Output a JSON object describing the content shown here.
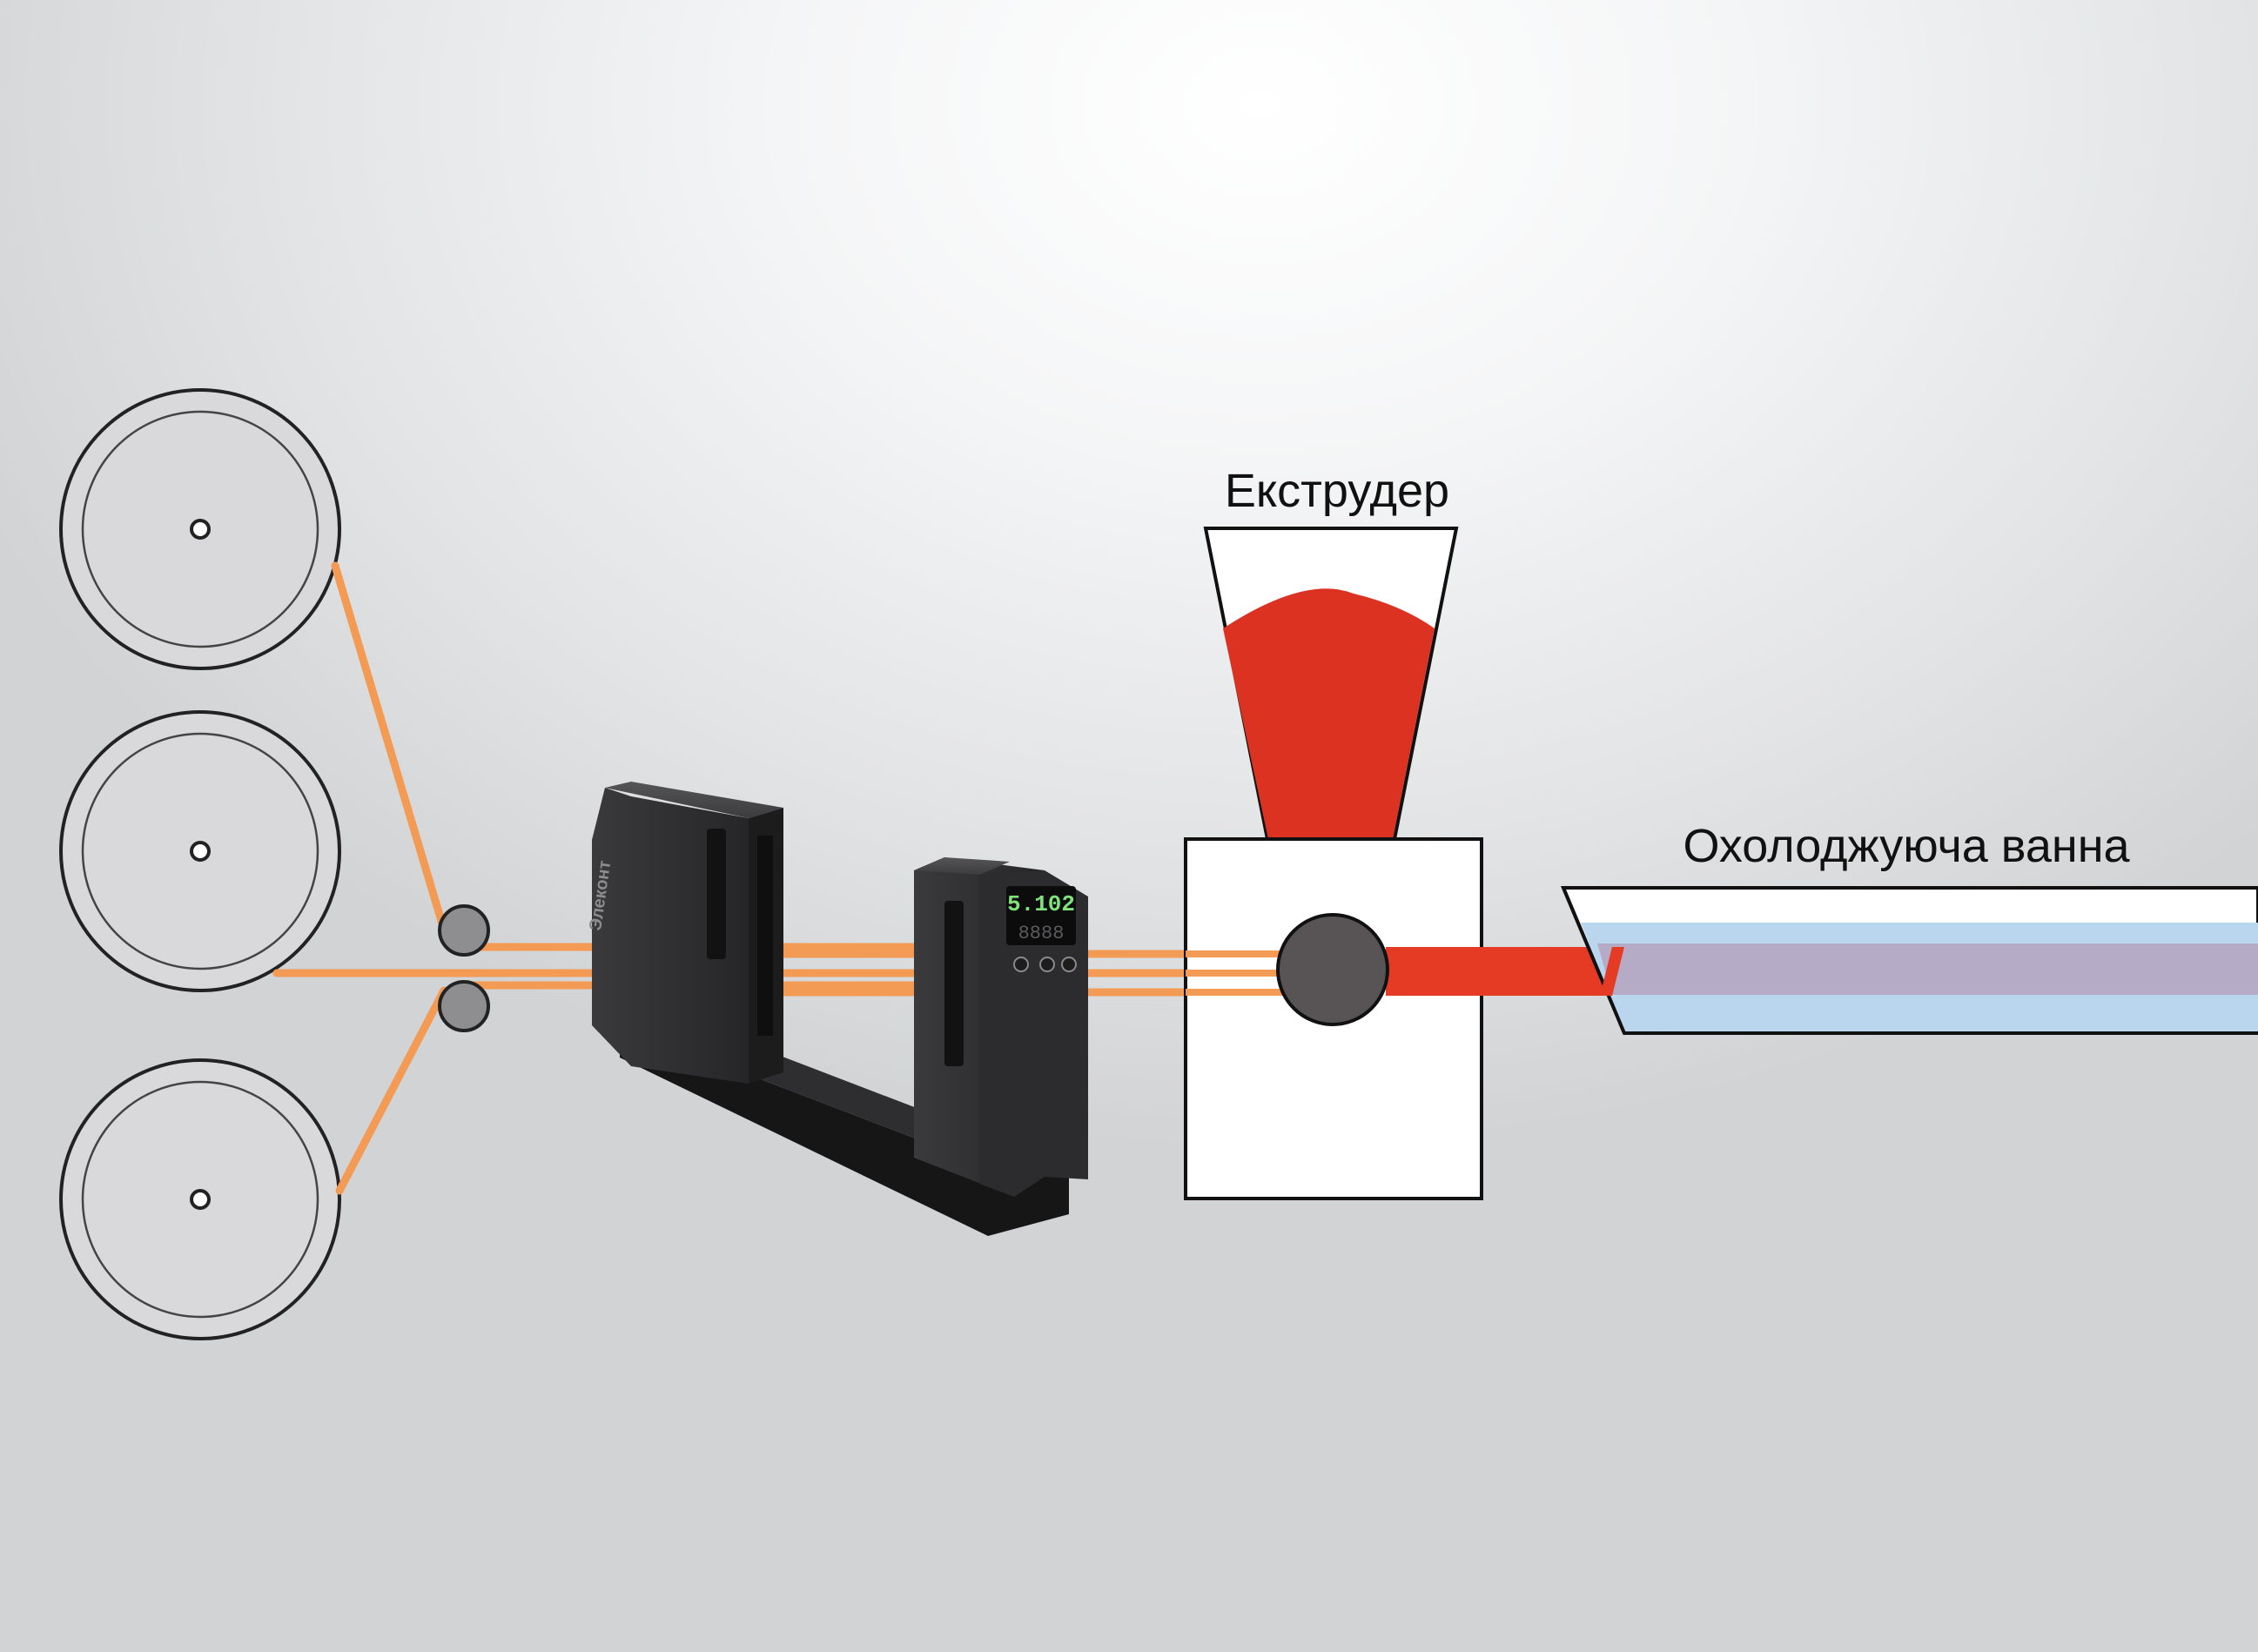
{
  "labels": {
    "extruder": "Екструдер",
    "cooling_bath": "Охолоджуюча ванна"
  },
  "gauge": {
    "brand": "Элеконт",
    "display_top": "5.102",
    "display_bottom": "8888"
  },
  "colors": {
    "wire": "#F39A55",
    "melt": "#E53A24",
    "hopper_fill": "#DC3222",
    "die": "#585456",
    "bath_water": "#BAD6EE",
    "bath_core": "#B6ABC6",
    "spool": "#D9D9DB",
    "display_digits": "#7FE37A"
  }
}
